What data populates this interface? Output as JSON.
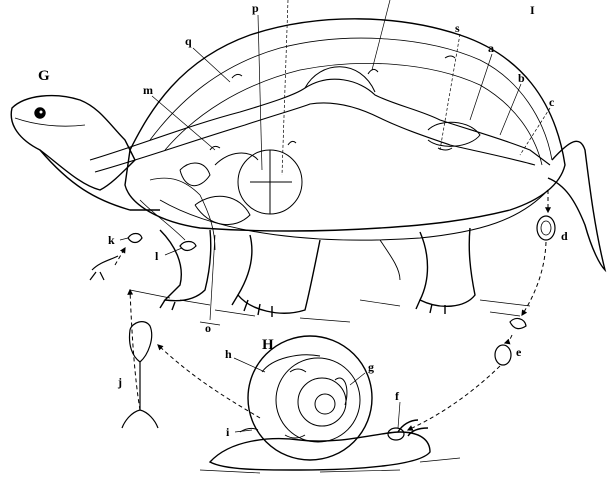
{
  "figure": {
    "host_label": "G",
    "intermediate_label": "H",
    "labels": {
      "a": "a",
      "b": "b",
      "c": "c",
      "d": "d",
      "e": "e",
      "f": "f",
      "g": "g",
      "h": "h",
      "i": "i",
      "j": "j",
      "k": "k",
      "l": "l",
      "m": "m",
      "o": "o",
      "p": "p",
      "q": "q",
      "s": "s"
    },
    "top_right_mark": "I"
  }
}
